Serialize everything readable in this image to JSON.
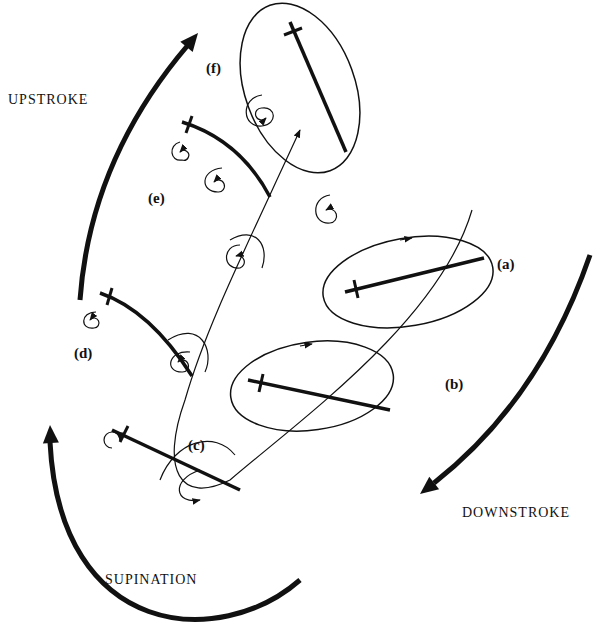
{
  "diagram": {
    "labels": [
      "UPSTROKE",
      "(f)",
      "(e)",
      "(a)",
      "(d)",
      "(b)",
      "DOWNSTROKE",
      "(c)",
      "SUPINATION"
    ]
  }
}
